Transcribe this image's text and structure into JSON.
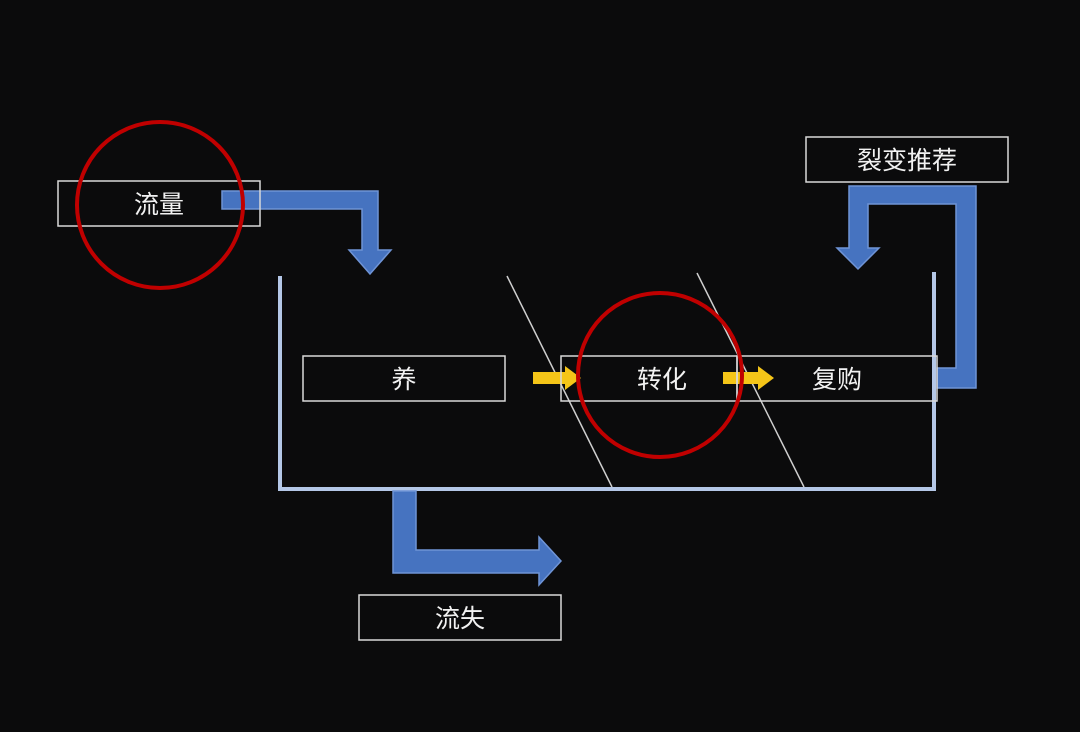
{
  "nodes": {
    "traffic": "流量",
    "nurture": "养",
    "conversion": "转化",
    "repurchase": "复购",
    "referral": "裂变推荐",
    "churn": "流失"
  },
  "colors": {
    "background": "#0b0b0c",
    "box_stroke": "#d9d9d9",
    "blue_arrow": "#4673c0",
    "blue_arrow_edge": "#6f94d6",
    "container_line": "#b4c7e7",
    "yellow_arrow": "#f5c518",
    "red_circle": "#c00000",
    "diagonal_line": "#cfcfcf"
  }
}
